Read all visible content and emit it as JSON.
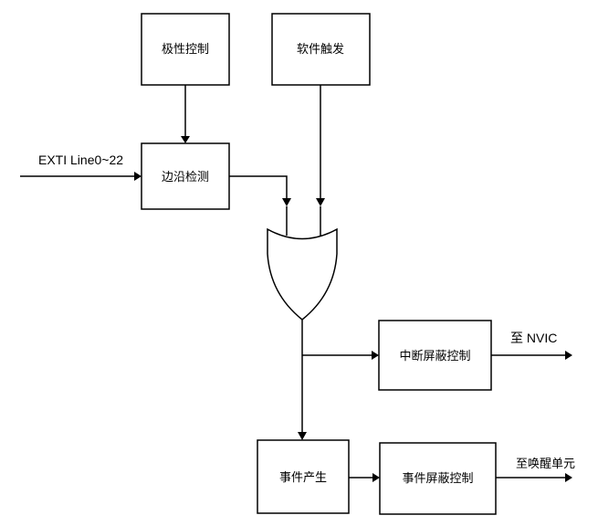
{
  "blocks": {
    "polarity": "极性控制",
    "software_trigger": "软件触发",
    "edge_detect": "边沿检测",
    "interrupt_mask": "中断屏蔽控制",
    "event_gen": "事件产生",
    "event_mask": "事件屏蔽控制"
  },
  "signals": {
    "input": "EXTI Line0~22",
    "to_nvic": "至 NVIC",
    "to_wakeup": "至唤醒单元"
  },
  "gate": {
    "type": "OR"
  },
  "colors": {
    "line": "#000000",
    "background": "#ffffff"
  }
}
